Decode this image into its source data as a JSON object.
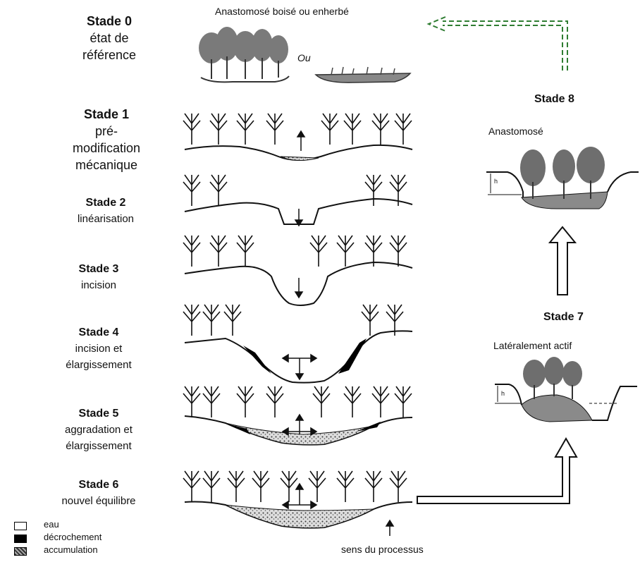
{
  "top_caption": "Anastomosé boisé ou enherbé",
  "or_label": "Ou",
  "left_stages": [
    {
      "title": "Stade 0",
      "desc": [
        "état de",
        "référence"
      ]
    },
    {
      "title": "Stade 1",
      "desc": [
        "pré-",
        "modification",
        "mécanique"
      ]
    },
    {
      "title": "Stade 2",
      "desc": [
        "linéarisation"
      ]
    },
    {
      "title": "Stade 3",
      "desc": [
        "incision"
      ]
    },
    {
      "title": "Stade 4",
      "desc": [
        "incision et",
        "élargissement"
      ]
    },
    {
      "title": "Stade 5",
      "desc": [
        "aggradation et",
        "élargissement"
      ]
    },
    {
      "title": "Stade 6",
      "desc": [
        "nouvel équilibre"
      ]
    }
  ],
  "right_stages": [
    {
      "title": "Stade 8",
      "desc": "Anastomosé",
      "h_label": "h"
    },
    {
      "title": "Stade 7",
      "desc": "Latéralement actif",
      "h_label": "h"
    }
  ],
  "legend": [
    {
      "label": "eau",
      "icon": "water-swatch"
    },
    {
      "label": "décrochement",
      "icon": "bank-failure-swatch"
    },
    {
      "label": "accumulation",
      "icon": "accumulation-swatch"
    }
  ],
  "process_label": "sens du processus",
  "colors": {
    "loop_arrow": "#2f7d32",
    "tree_grey": "#777777",
    "sediment_grey": "#a8a8a8"
  }
}
